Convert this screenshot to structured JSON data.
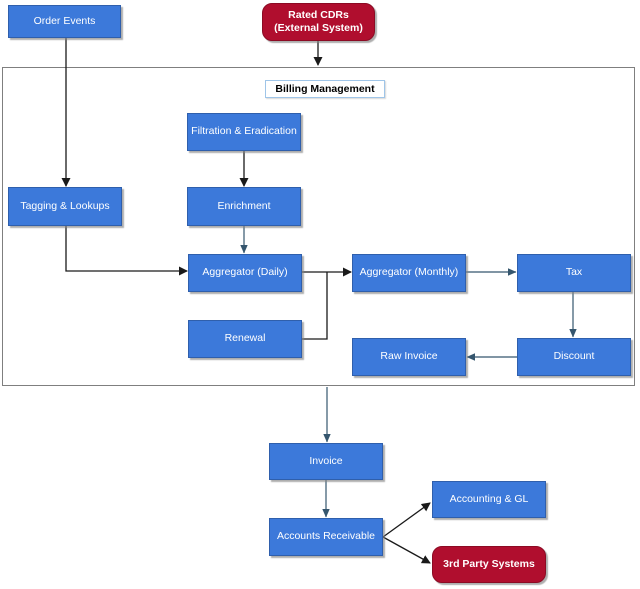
{
  "diagram": {
    "group_label": "Billing Management",
    "nodes": {
      "order_events": "Order Events",
      "rated_cdrs_line1": "Rated CDRs",
      "rated_cdrs_line2": "(External System)",
      "billing_management": "Billing Management",
      "filtration": "Filtration & Eradication",
      "tagging": "Tagging & Lookups",
      "enrichment": "Enrichment",
      "aggregator_daily": "Aggregator (Daily)",
      "aggregator_monthly": "Aggregator (Monthly)",
      "tax": "Tax",
      "renewal": "Renewal",
      "raw_invoice": "Raw Invoice",
      "discount": "Discount",
      "invoice": "Invoice",
      "accounts_receivable": "Accounts Receivable",
      "accounting_gl": "Accounting & GL",
      "third_party": "3rd Party Systems"
    },
    "colors": {
      "process_fill": "#3C79DA",
      "process_border": "#2F5FAC",
      "external_fill": "#B00E2E",
      "external_border": "#8C0B24",
      "container_border": "#7F7F7F",
      "label_border": "#9FC5E8",
      "arrow_black": "#1A1A1A",
      "arrow_slate": "#35566E"
    }
  }
}
